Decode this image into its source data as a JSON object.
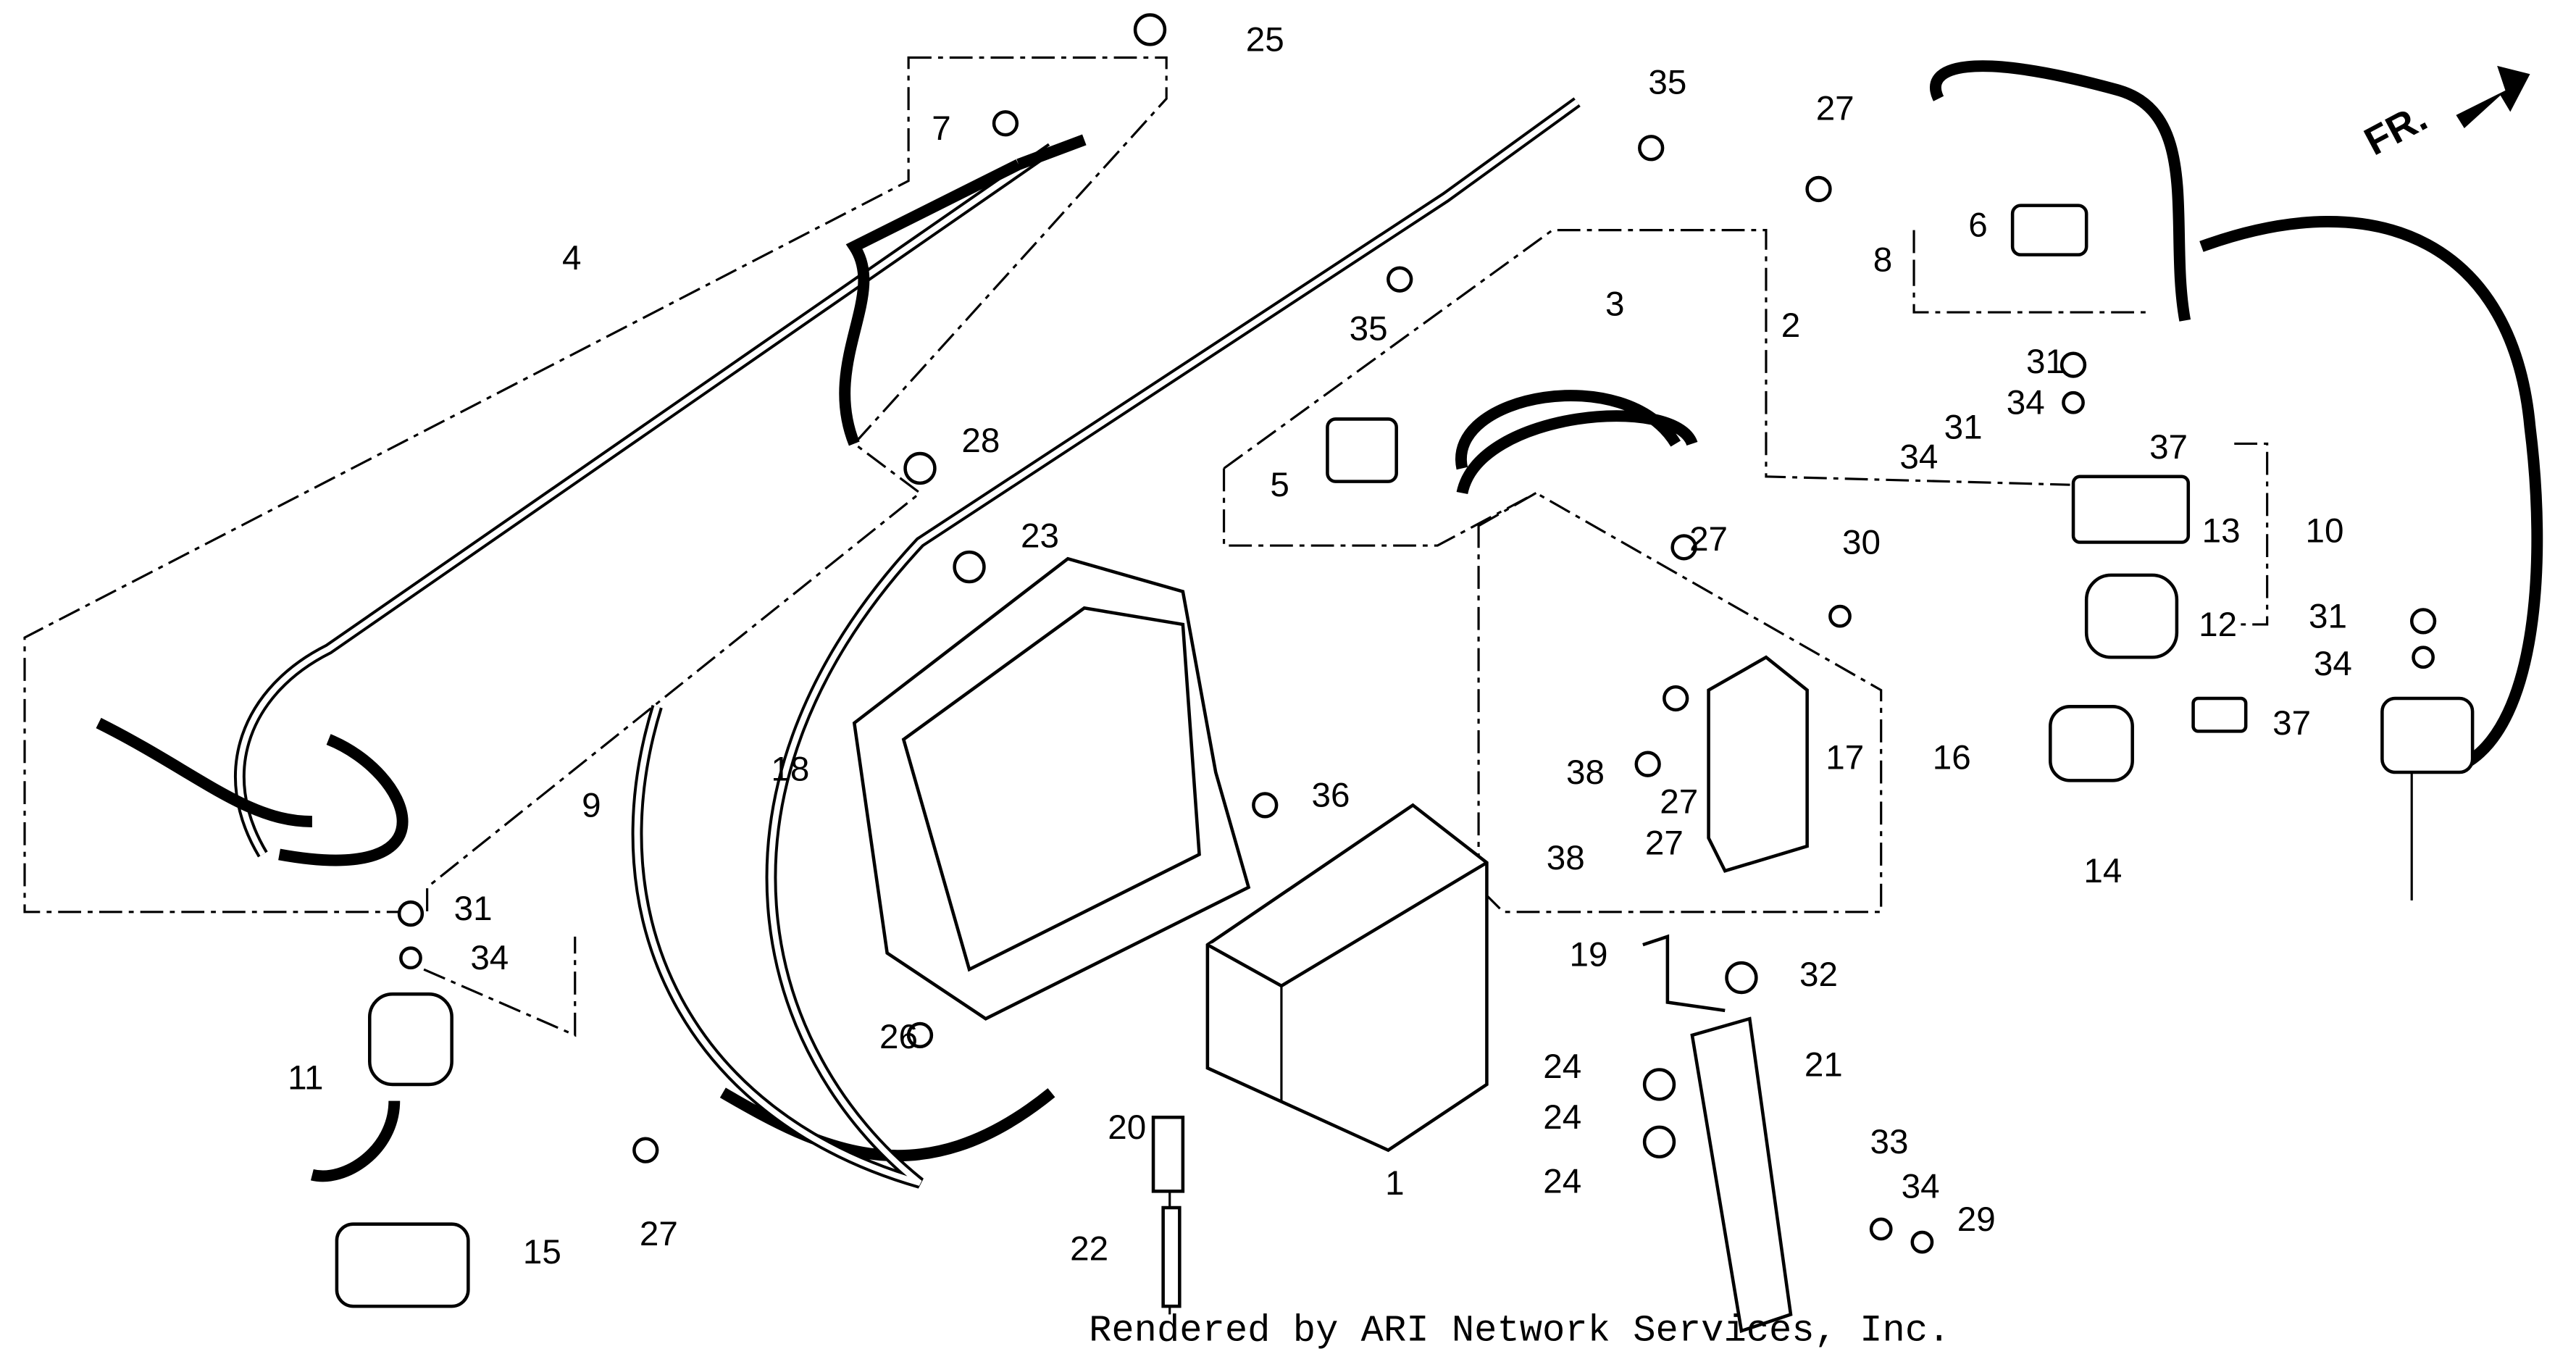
{
  "diagram": {
    "title": "Battery / Wiring Parts Diagram",
    "direction_label": "FR.",
    "footer": "Rendered by ARI Network Services, Inc.",
    "callouts": [
      "25",
      "7",
      "4",
      "28",
      "35",
      "27",
      "35",
      "3",
      "2",
      "6",
      "8",
      "5",
      "27",
      "31",
      "34",
      "31",
      "34",
      "37",
      "10",
      "13",
      "30",
      "12",
      "31",
      "34",
      "37",
      "14",
      "23",
      "18",
      "9",
      "36",
      "17",
      "16",
      "38",
      "27",
      "27",
      "38",
      "31",
      "34",
      "19",
      "32",
      "26",
      "11",
      "24",
      "21",
      "24",
      "20",
      "24",
      "1",
      "33",
      "34",
      "29",
      "27",
      "22",
      "15"
    ]
  }
}
